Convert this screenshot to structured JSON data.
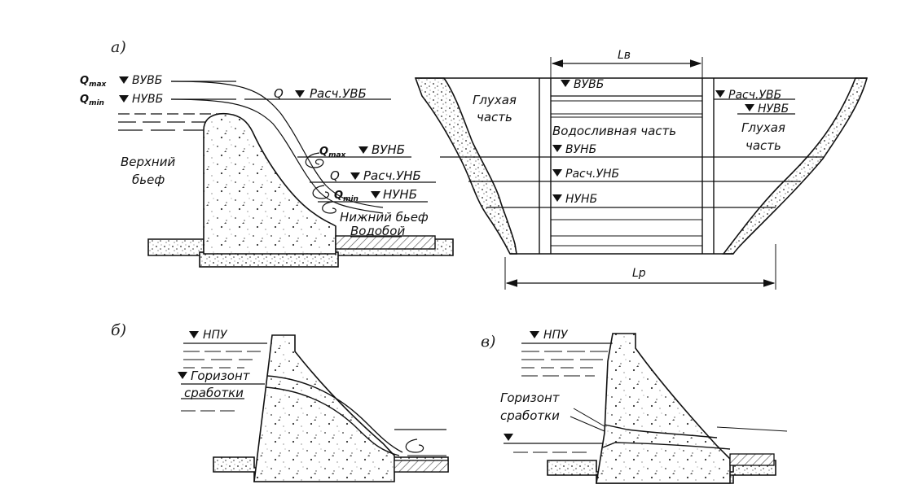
{
  "panel_a": {
    "label": "а)",
    "section": {
      "q_max": "Q",
      "q_max_sub": "max",
      "q_min": "Q",
      "q_min_sub": "min",
      "vuvb": "ВУВБ",
      "nuvb": "НУВБ",
      "q": "Q",
      "calc_uvb": "Расч.УВБ",
      "upstream_1": "Верхний",
      "upstream_2": "бьеф",
      "qmax_tail": "Q",
      "qmax_tail_sub": "max",
      "vunb": "ВУНБ",
      "q_tail": "Q",
      "calc_unb": "Расч.УНБ",
      "qmin_tail": "Q",
      "qmin_tail_sub": "min",
      "nunb": "НУНБ",
      "downstream": "Нижний бьеф",
      "apron": "Водобой"
    },
    "valley": {
      "lv": "Lв",
      "lp": "Lр",
      "blind_left_1": "Глухая",
      "blind_left_2": "часть",
      "blind_right_1": "Глухая",
      "blind_right_2": "часть",
      "spillway": "Водосливная часть",
      "vuvb": "ВУВБ",
      "calc_uvb": "Расч.УВБ",
      "nuvb": "НУВБ",
      "vunb": "ВУНБ",
      "calc_unb": "Расч.УНБ",
      "nunb": "НУНБ"
    }
  },
  "panel_b": {
    "label": "б)",
    "npu": "НПУ",
    "horizon_1": "Горизонт",
    "horizon_2": "сработки"
  },
  "panel_v": {
    "label": "в)",
    "npu": "НПУ",
    "horizon_1": "Горизонт",
    "horizon_2": "сработки"
  },
  "colors": {
    "line": "#111111",
    "background": "#ffffff",
    "hatch": "#555555"
  }
}
